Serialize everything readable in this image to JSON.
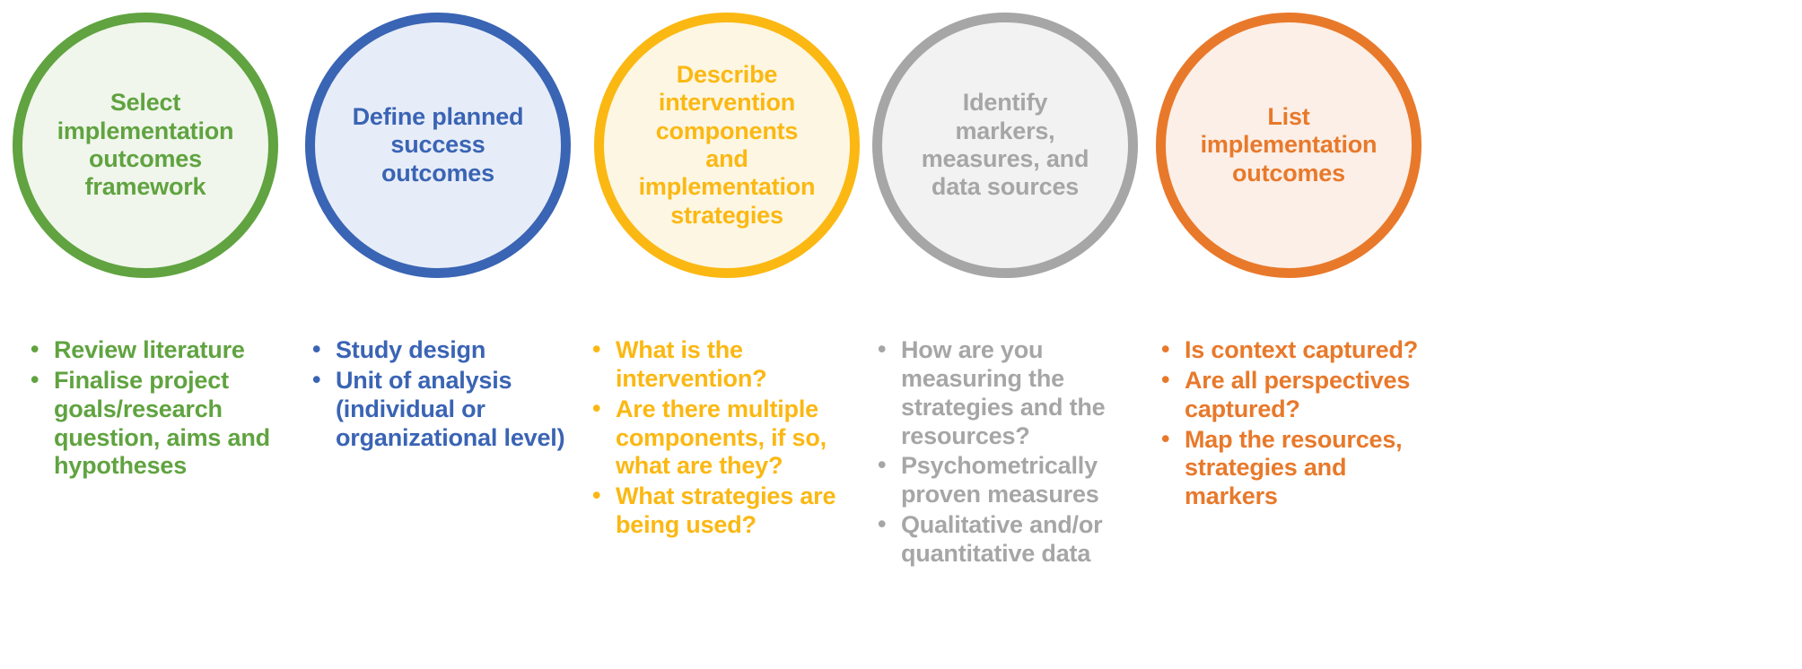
{
  "diagram": {
    "type": "process-flow",
    "orientation": "horizontal",
    "background": "#ffffff",
    "stage_count": 5
  },
  "stages": [
    {
      "id": "select-implementation-outcomes-framework",
      "index": 1,
      "title": "Select\nimplementation\noutcomes\nframework",
      "color": "#60A340",
      "stroke": "#60A340",
      "fill": "#F0F6EC",
      "text_color": "#60A340",
      "arrow_color": "#60A340",
      "has_arrow": true,
      "bullets": [
        "Review literature",
        "Finalise project goals/research question, aims and hypotheses"
      ]
    },
    {
      "id": "define-planned-success-outcomes",
      "index": 2,
      "title": "Define planned\nsuccess\noutcomes",
      "color": "#3A64B4",
      "stroke": "#3A64B4",
      "fill": "#E7EDF8",
      "text_color": "#3A64B4",
      "arrow_color": "#3A64B4",
      "has_arrow": true,
      "bullets": [
        "Study design",
        "Unit of analysis (individual or organizational level)"
      ]
    },
    {
      "id": "describe-intervention-components-and-implementation-strategies",
      "index": 3,
      "title": "Describe\nintervention\ncomponents\nand\nimplementation\nstrategies",
      "color": "#FBB813",
      "stroke": "#FBB813",
      "fill": "#FDF6E2",
      "text_color": "#FBB813",
      "arrow_color": "#FBB813",
      "has_arrow": true,
      "bullets": [
        "What is the intervention?",
        "Are there multiple components, if so, what are they?",
        "What strategies are being used?"
      ]
    },
    {
      "id": "identify-markers-measures-and-data-sources",
      "index": 4,
      "title": "Identify\nmarkers,\nmeasures, and\ndata sources",
      "color": "#A6A6A6",
      "stroke": "#A6A6A6",
      "fill": "#F2F2F2",
      "text_color": "#A6A6A6",
      "arrow_color": "#A6A6A6",
      "has_arrow": true,
      "bullets": [
        "How are you measuring the strategies and the resources?",
        "Psychometrically proven measures",
        "Qualitative and/or quantitative data"
      ]
    },
    {
      "id": "list-implementation-outcomes",
      "index": 5,
      "title": "List\nimplementation\noutcomes",
      "color": "#E8792B",
      "stroke": "#E8792B",
      "fill": "#FCEFE7",
      "text_color": "#E8792B",
      "arrow_color": "#E8792B",
      "has_arrow": false,
      "bullets": [
        "Is context captured?",
        "Are all perspectives captured?",
        "Map the resources, strategies and markers"
      ]
    }
  ],
  "icons": {
    "chevron": "chevron-right-arrow"
  }
}
